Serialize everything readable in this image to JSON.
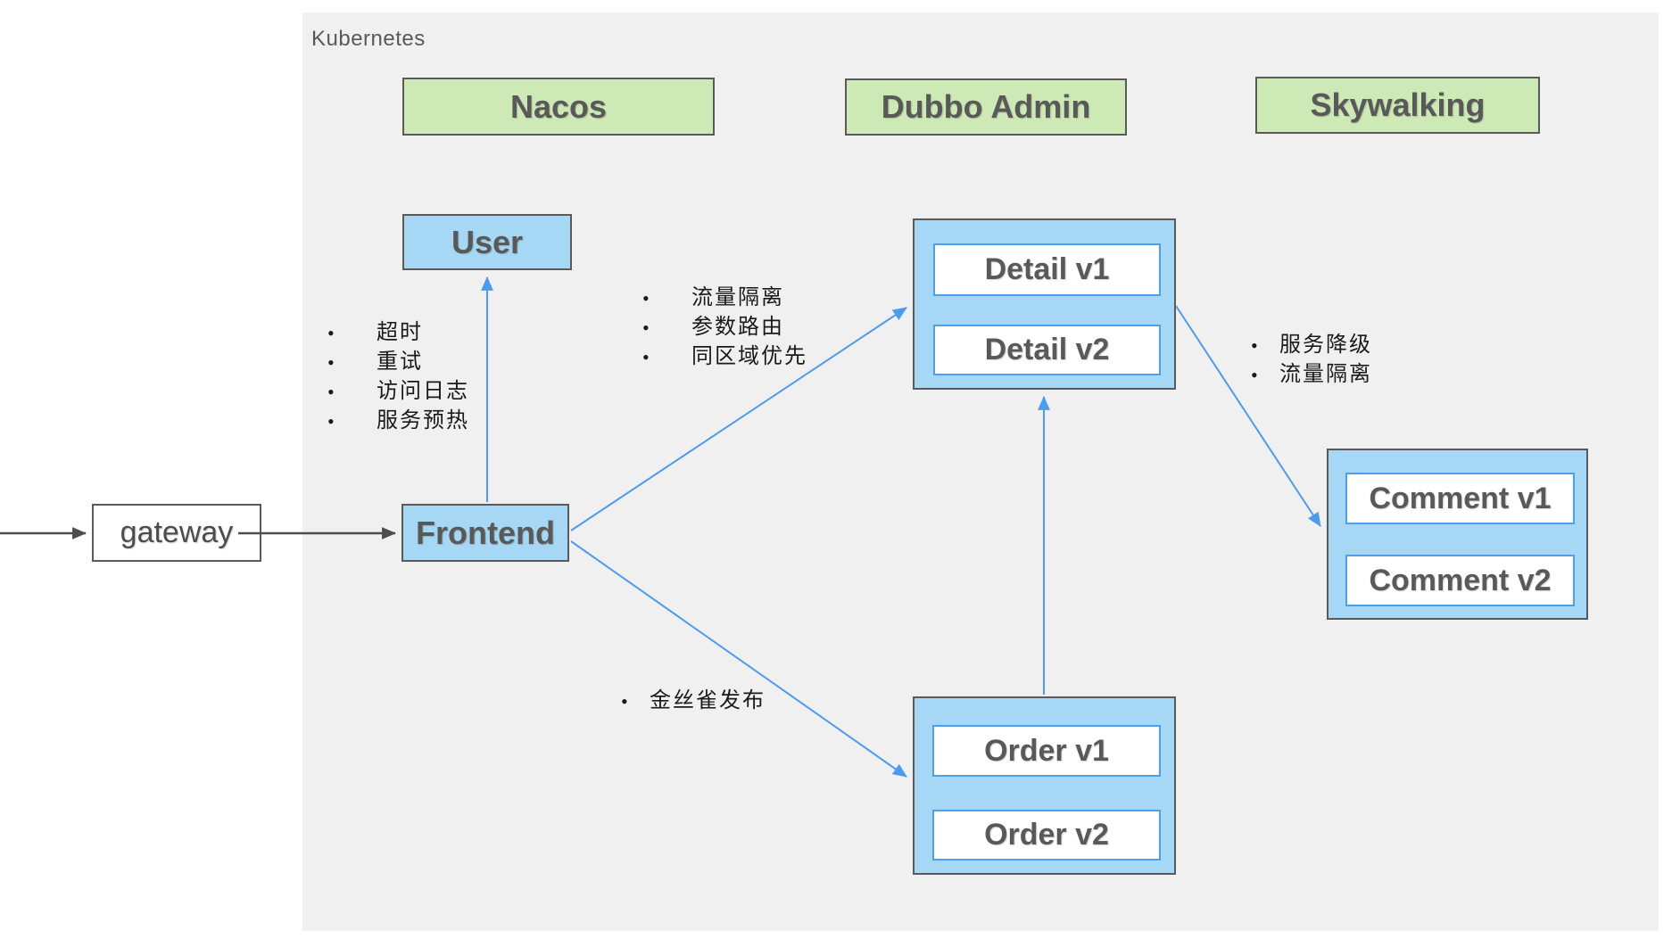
{
  "cluster": {
    "label": "Kubernetes"
  },
  "infra": [
    {
      "id": "nacos",
      "label": "Nacos"
    },
    {
      "id": "dubbo-admin",
      "label": "Dubbo Admin"
    },
    {
      "id": "skywalking",
      "label": "Skywalking"
    }
  ],
  "nodes": {
    "gateway": {
      "label": "gateway"
    },
    "user": {
      "label": "User"
    },
    "frontend": {
      "label": "Frontend"
    }
  },
  "groups": {
    "detail": {
      "pods": [
        {
          "label": "Detail v1"
        },
        {
          "label": "Detail v2"
        }
      ]
    },
    "order": {
      "pods": [
        {
          "label": "Order v1"
        },
        {
          "label": "Order v2"
        }
      ]
    },
    "comment": {
      "pods": [
        {
          "label": "Comment v1"
        },
        {
          "label": "Comment v2"
        }
      ]
    }
  },
  "annotations": {
    "frontend_user": {
      "items": [
        "超时",
        "重试",
        "访问日志",
        "服务预热"
      ]
    },
    "frontend_detail": {
      "items": [
        "流量隔离",
        "参数路由",
        "同区域优先"
      ]
    },
    "detail_comment": {
      "items": [
        "服务降级",
        "流量隔离"
      ]
    },
    "frontend_order": {
      "items": [
        "金丝雀发布"
      ]
    }
  },
  "edges": [
    {
      "from": "external-left",
      "to": "gateway",
      "style": "dark-arrow"
    },
    {
      "from": "gateway",
      "to": "frontend",
      "style": "dark-arrow"
    },
    {
      "from": "frontend",
      "to": "user",
      "style": "blue-arrow"
    },
    {
      "from": "frontend",
      "to": "detail-group",
      "style": "blue-arrow"
    },
    {
      "from": "frontend",
      "to": "order-group",
      "style": "blue-arrow"
    },
    {
      "from": "order-group",
      "to": "detail-group",
      "style": "blue-arrow"
    },
    {
      "from": "detail-group",
      "to": "comment-group",
      "style": "blue-arrow"
    }
  ],
  "colors": {
    "cluster-bg": "#f0f0f0",
    "node-green": "#cde9b5",
    "node-blue": "#a6d8f5",
    "pod-border": "#4aa0ea",
    "arrow-blue": "#4d9ceb",
    "arrow-dark": "#4d4d4d",
    "border-dark": "#5a5a5a",
    "text-dark": "#595959",
    "annotation-text": "#1a1a1a"
  }
}
